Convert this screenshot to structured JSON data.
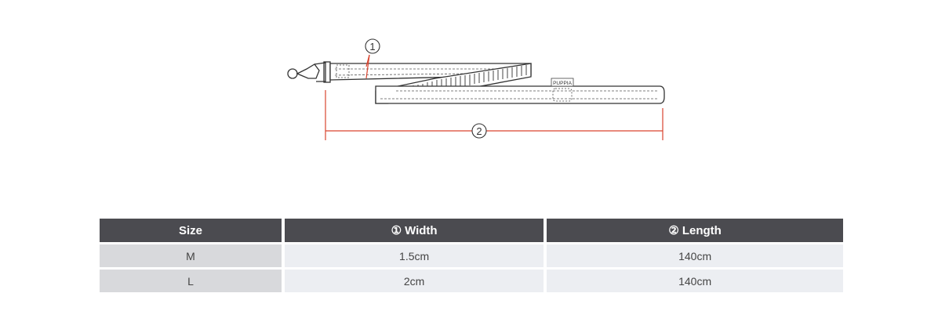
{
  "diagram": {
    "label_width_marker": "1",
    "label_length_marker": "2",
    "brand_tag": "PUPPIA",
    "colors": {
      "strap": "#333333",
      "measure": "#d9442f"
    }
  },
  "table": {
    "headers": {
      "size": "Size",
      "width_icon": "①",
      "width": "Width",
      "length_icon": "②",
      "length": "Length"
    },
    "rows": [
      {
        "size": "M",
        "width": "1.5cm",
        "length": "140cm"
      },
      {
        "size": "L",
        "width": "2cm",
        "length": "140cm"
      }
    ],
    "colors": {
      "header_bg": "#4b4b50",
      "size_bg": "#d8d9dc",
      "cell_bg": "#eceef2"
    }
  }
}
